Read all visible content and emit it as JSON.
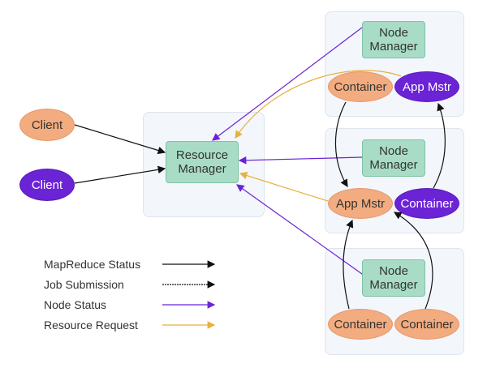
{
  "colors": {
    "black": "#111111",
    "purple": "#6b23d6",
    "orange": "#e8b13c",
    "node_green": "#a8dcc6",
    "container_orange": "#f2ac7f"
  },
  "nodes": {
    "client_1": "Client",
    "client_2": "Client",
    "resource_manager": "Resource\nManager",
    "nm_1": "Node\nManager",
    "nm_2": "Node\nManager",
    "nm_3": "Node\nManager",
    "container_1": "Container",
    "app_mstr_1": "App Mstr",
    "app_mstr_2": "App Mstr",
    "container_2": "Container",
    "container_3": "Container",
    "container_4": "Container"
  },
  "legend": [
    {
      "label": "MapReduce Status",
      "color": "#111111"
    },
    {
      "label": "Job Submission",
      "color": "#111111"
    },
    {
      "label": "Node Status",
      "color": "#6b23d6"
    },
    {
      "label": "Resource Request",
      "color": "#e8b13c"
    }
  ]
}
